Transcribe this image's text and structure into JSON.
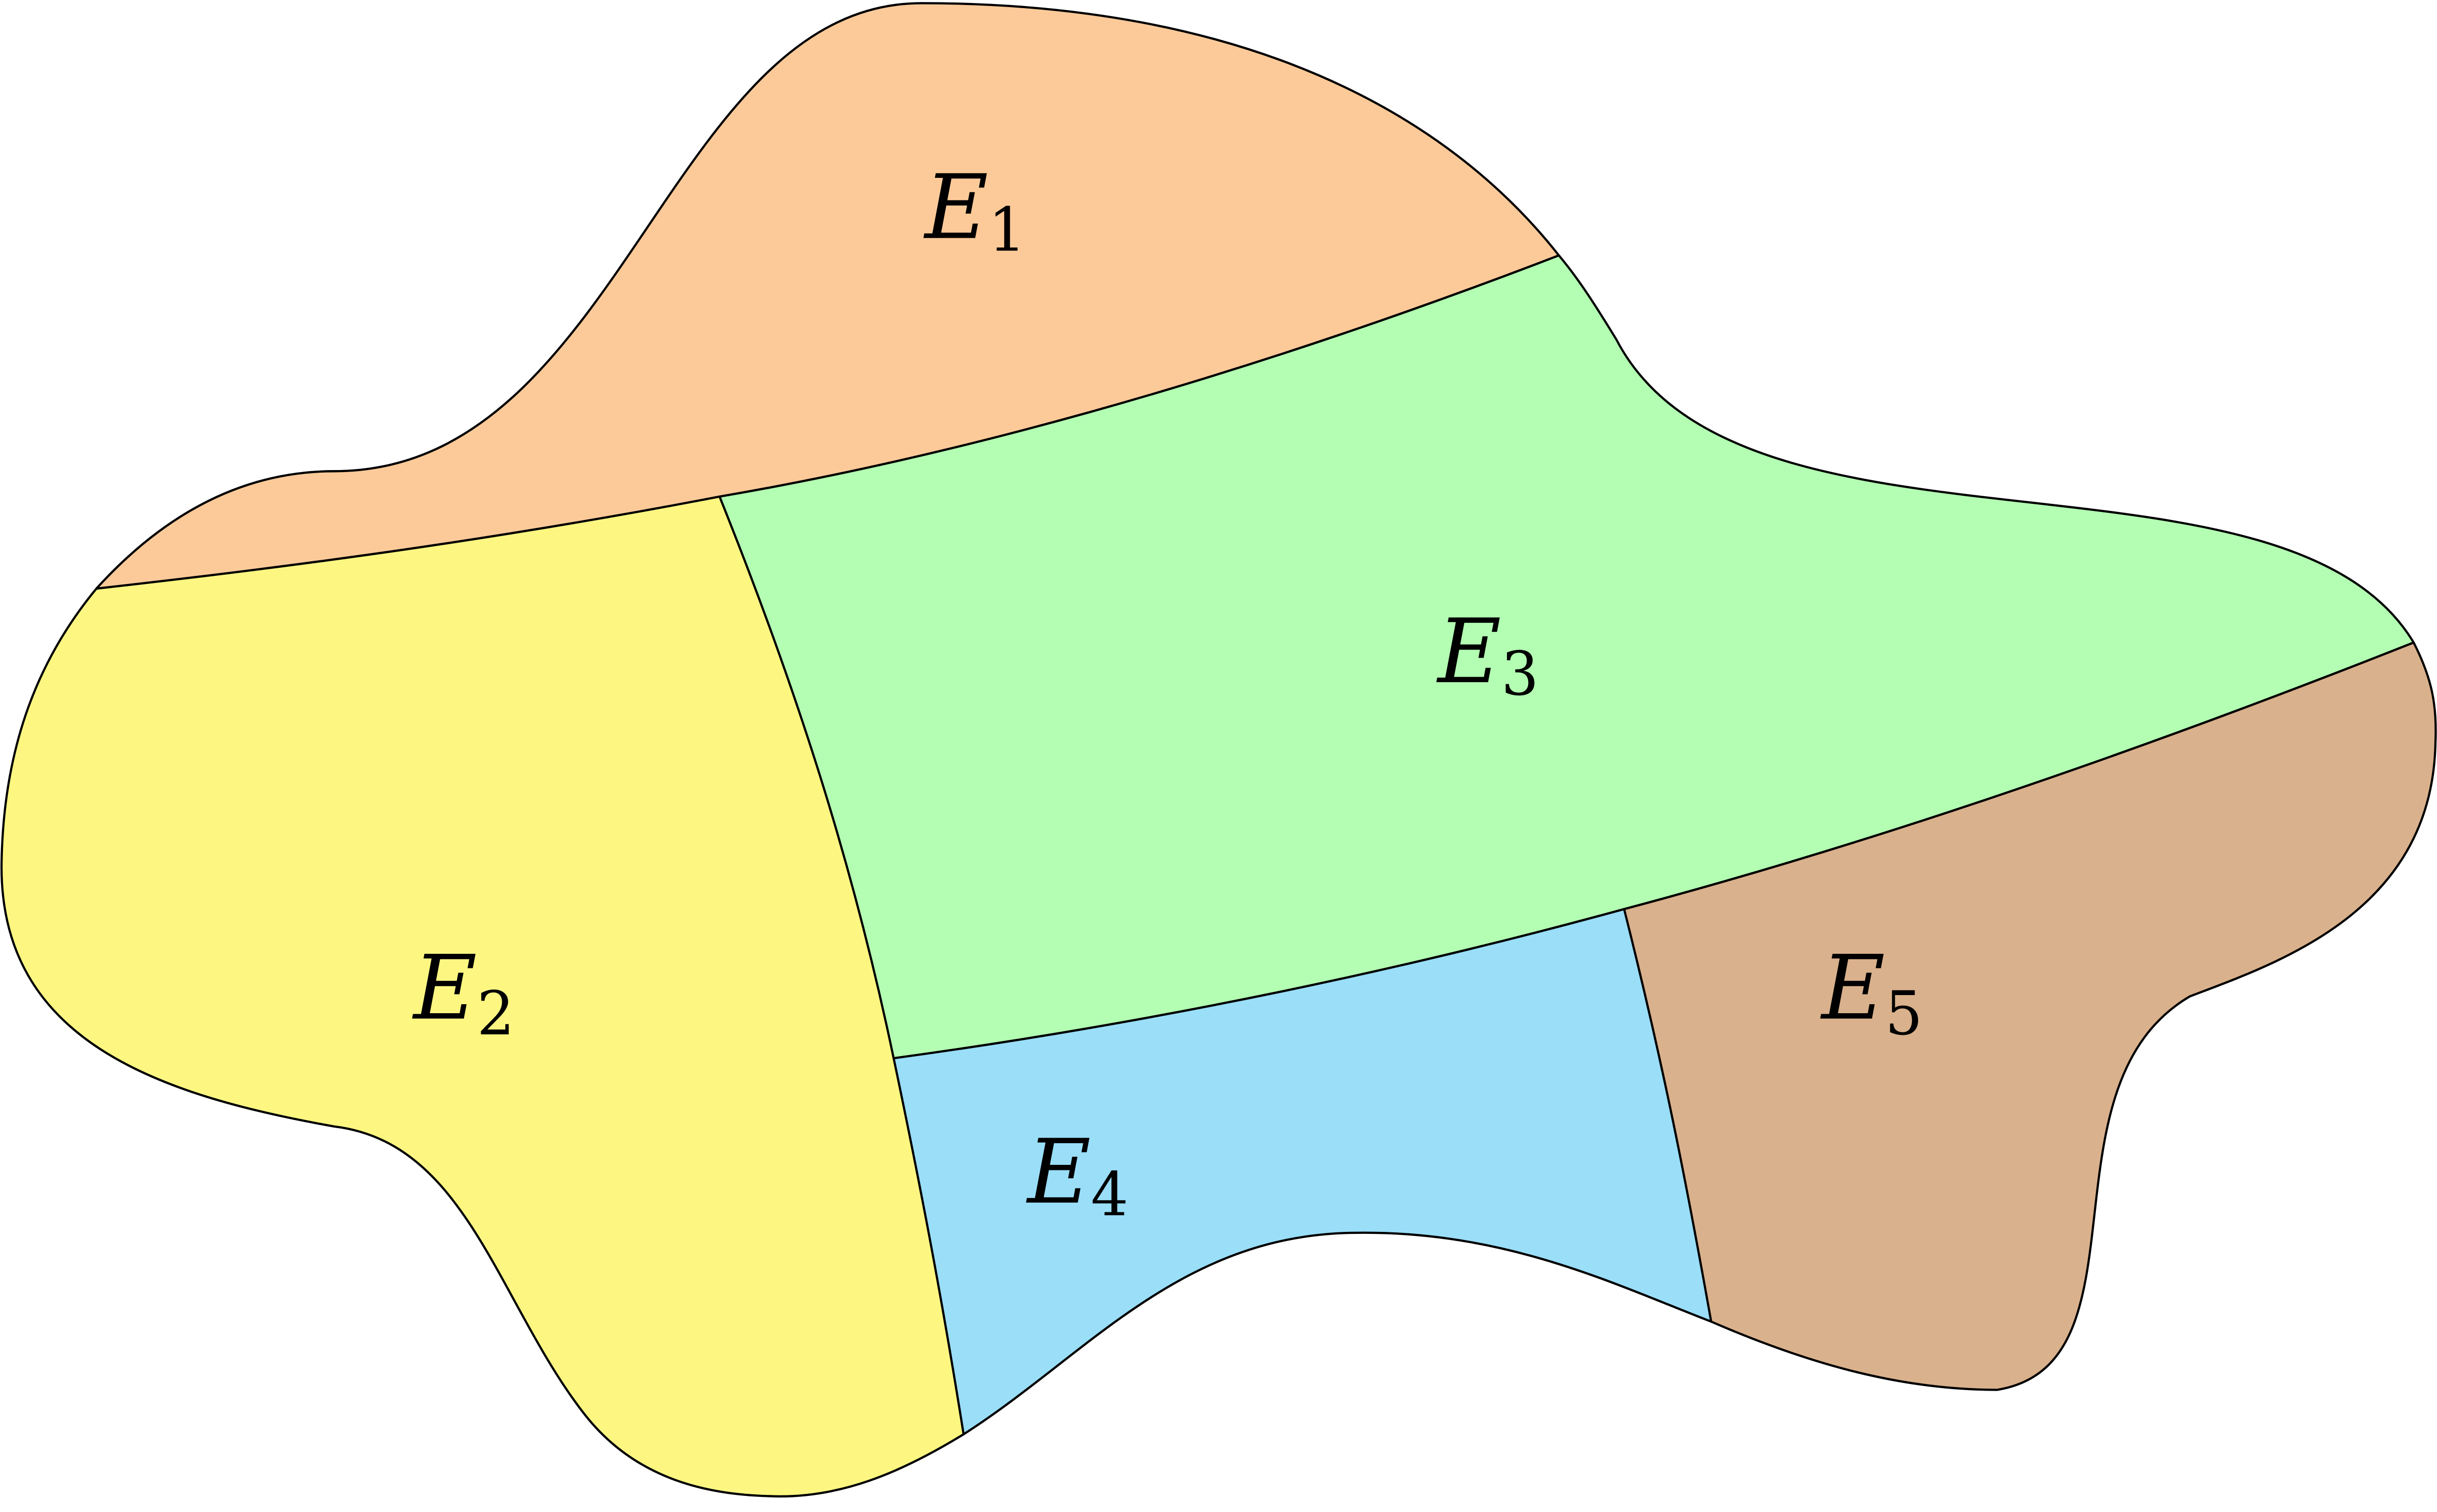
{
  "diagram": {
    "regions": [
      {
        "id": "E1",
        "letter": "E",
        "subscript": "1",
        "fill": "#FCCA99"
      },
      {
        "id": "E2",
        "letter": "E",
        "subscript": "2",
        "fill": "#FDF782"
      },
      {
        "id": "E3",
        "letter": "E",
        "subscript": "3",
        "fill": "#B3FEB3"
      },
      {
        "id": "E4",
        "letter": "E",
        "subscript": "4",
        "fill": "#9ADEF8"
      },
      {
        "id": "E5",
        "letter": "E",
        "subscript": "5",
        "fill": "#D9B18C"
      }
    ],
    "stroke_color": "#000000",
    "background": "#FFFFFF"
  }
}
